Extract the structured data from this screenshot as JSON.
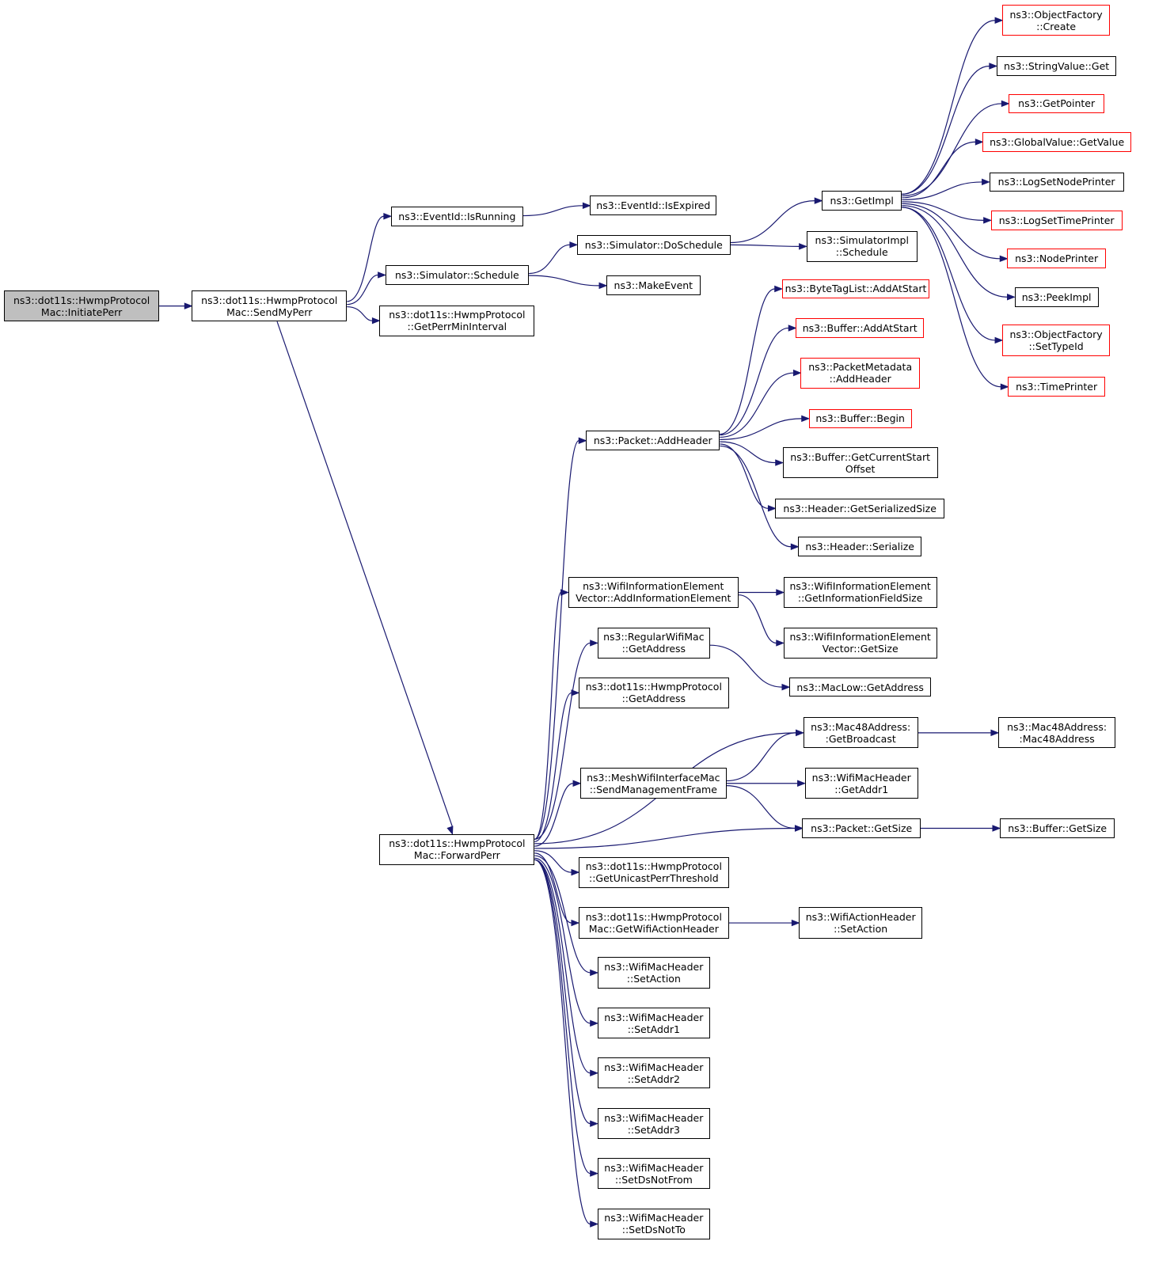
{
  "colors": {
    "edge": "#191970",
    "border": "#000000",
    "red_border": "#ff0000",
    "root_fill": "#bfbfbf"
  },
  "nodes": {
    "initiatePerr": {
      "lines": [
        "ns3::dot11s::HwmpProtocol",
        "Mac::InitiatePerr"
      ],
      "border": "black",
      "root": true
    },
    "sendMyPerr": {
      "lines": [
        "ns3::dot11s::HwmpProtocol",
        "Mac::SendMyPerr"
      ],
      "border": "black"
    },
    "isRunning": {
      "lines": [
        "ns3::EventId::IsRunning"
      ],
      "border": "black"
    },
    "schedule": {
      "lines": [
        "ns3::Simulator::Schedule"
      ],
      "border": "black"
    },
    "getPerrMinInterval": {
      "lines": [
        "ns3::dot11s::HwmpProtocol",
        "::GetPerrMinInterval"
      ],
      "border": "black"
    },
    "forwardPerr": {
      "lines": [
        "ns3::dot11s::HwmpProtocol",
        "Mac::ForwardPerr"
      ],
      "border": "black"
    },
    "isExpired": {
      "lines": [
        "ns3::EventId::IsExpired"
      ],
      "border": "black"
    },
    "doSchedule": {
      "lines": [
        "ns3::Simulator::DoSchedule"
      ],
      "border": "black"
    },
    "makeEvent": {
      "lines": [
        "ns3::MakeEvent"
      ],
      "border": "black"
    },
    "getImpl": {
      "lines": [
        "ns3::GetImpl"
      ],
      "border": "black"
    },
    "simImplSchedule": {
      "lines": [
        "ns3::SimulatorImpl",
        "::Schedule"
      ],
      "border": "black"
    },
    "ofCreate": {
      "lines": [
        "ns3::ObjectFactory",
        "::Create"
      ],
      "border": "red"
    },
    "stringValueGet": {
      "lines": [
        "ns3::StringValue::Get"
      ],
      "border": "black"
    },
    "getPointer": {
      "lines": [
        "ns3::GetPointer"
      ],
      "border": "red"
    },
    "globalValueGetValue": {
      "lines": [
        "ns3::GlobalValue::GetValue"
      ],
      "border": "red"
    },
    "logSetNodePrinter": {
      "lines": [
        "ns3::LogSetNodePrinter"
      ],
      "border": "black"
    },
    "logSetTimePrinter": {
      "lines": [
        "ns3::LogSetTimePrinter"
      ],
      "border": "red"
    },
    "nodePrinter": {
      "lines": [
        "ns3::NodePrinter"
      ],
      "border": "red"
    },
    "peekImpl": {
      "lines": [
        "ns3::PeekImpl"
      ],
      "border": "black"
    },
    "ofSetTypeId": {
      "lines": [
        "ns3::ObjectFactory",
        "::SetTypeId"
      ],
      "border": "red"
    },
    "timePrinter": {
      "lines": [
        "ns3::TimePrinter"
      ],
      "border": "red"
    },
    "packetAddHeader": {
      "lines": [
        "ns3::Packet::AddHeader"
      ],
      "border": "black"
    },
    "byteTagListAddAtStart": {
      "lines": [
        "ns3::ByteTagList::AddAtStart"
      ],
      "border": "red"
    },
    "bufferAddAtStart": {
      "lines": [
        "ns3::Buffer::AddAtStart"
      ],
      "border": "red"
    },
    "packetMetadataAddHeader": {
      "lines": [
        "ns3::PacketMetadata",
        "::AddHeader"
      ],
      "border": "red"
    },
    "bufferBegin": {
      "lines": [
        "ns3::Buffer::Begin"
      ],
      "border": "red"
    },
    "bufferGetCurrentStartOffset": {
      "lines": [
        "ns3::Buffer::GetCurrentStart",
        "Offset"
      ],
      "border": "black"
    },
    "headerGetSerializedSize": {
      "lines": [
        "ns3::Header::GetSerializedSize"
      ],
      "border": "black"
    },
    "headerSerialize": {
      "lines": [
        "ns3::Header::Serialize"
      ],
      "border": "black"
    },
    "wieVectorAdd": {
      "lines": [
        "ns3::WifiInformationElement",
        "Vector::AddInformationElement"
      ],
      "border": "black"
    },
    "wieGetInfoFieldSize": {
      "lines": [
        "ns3::WifiInformationElement",
        "::GetInformationFieldSize"
      ],
      "border": "black"
    },
    "wieVectorGetSize": {
      "lines": [
        "ns3::WifiInformationElement",
        "Vector::GetSize"
      ],
      "border": "black"
    },
    "regularWifiMacGetAddress": {
      "lines": [
        "ns3::RegularWifiMac",
        "::GetAddress"
      ],
      "border": "black"
    },
    "macLowGetAddress": {
      "lines": [
        "ns3::MacLow::GetAddress"
      ],
      "border": "black"
    },
    "hwmpGetAddress": {
      "lines": [
        "ns3::dot11s::HwmpProtocol",
        "::GetAddress"
      ],
      "border": "black"
    },
    "mac48GetBroadcast": {
      "lines": [
        "ns3::Mac48Address:",
        ":GetBroadcast"
      ],
      "border": "black"
    },
    "mac48Ctor": {
      "lines": [
        "ns3::Mac48Address:",
        ":Mac48Address"
      ],
      "border": "black"
    },
    "meshSendMgmtFrame": {
      "lines": [
        "ns3::MeshWifiInterfaceMac",
        "::SendManagementFrame"
      ],
      "border": "black"
    },
    "wifiMacHeaderGetAddr1": {
      "lines": [
        "ns3::WifiMacHeader",
        "::GetAddr1"
      ],
      "border": "black"
    },
    "packetGetSize": {
      "lines": [
        "ns3::Packet::GetSize"
      ],
      "border": "black"
    },
    "bufferGetSize": {
      "lines": [
        "ns3::Buffer::GetSize"
      ],
      "border": "black"
    },
    "getUnicastPerrThreshold": {
      "lines": [
        "ns3::dot11s::HwmpProtocol",
        "::GetUnicastPerrThreshold"
      ],
      "border": "black"
    },
    "getWifiActionHeader": {
      "lines": [
        "ns3::dot11s::HwmpProtocol",
        "Mac::GetWifiActionHeader"
      ],
      "border": "black"
    },
    "wifiActionHeaderSetAction": {
      "lines": [
        "ns3::WifiActionHeader",
        "::SetAction"
      ],
      "border": "black"
    },
    "wmhSetAction": {
      "lines": [
        "ns3::WifiMacHeader",
        "::SetAction"
      ],
      "border": "black"
    },
    "wmhSetAddr1": {
      "lines": [
        "ns3::WifiMacHeader",
        "::SetAddr1"
      ],
      "border": "black"
    },
    "wmhSetAddr2": {
      "lines": [
        "ns3::WifiMacHeader",
        "::SetAddr2"
      ],
      "border": "black"
    },
    "wmhSetAddr3": {
      "lines": [
        "ns3::WifiMacHeader",
        "::SetAddr3"
      ],
      "border": "black"
    },
    "wmhSetDsNotFrom": {
      "lines": [
        "ns3::WifiMacHeader",
        "::SetDsNotFrom"
      ],
      "border": "black"
    },
    "wmhSetDsNotTo": {
      "lines": [
        "ns3::WifiMacHeader",
        "::SetDsNotTo"
      ],
      "border": "black"
    }
  },
  "edges": [
    [
      "initiatePerr",
      "sendMyPerr"
    ],
    [
      "sendMyPerr",
      "isRunning"
    ],
    [
      "sendMyPerr",
      "schedule"
    ],
    [
      "sendMyPerr",
      "getPerrMinInterval"
    ],
    [
      "sendMyPerr",
      "forwardPerr"
    ],
    [
      "isRunning",
      "isExpired"
    ],
    [
      "schedule",
      "doSchedule"
    ],
    [
      "schedule",
      "makeEvent"
    ],
    [
      "doSchedule",
      "getImpl"
    ],
    [
      "doSchedule",
      "simImplSchedule"
    ],
    [
      "getImpl",
      "ofCreate"
    ],
    [
      "getImpl",
      "stringValueGet"
    ],
    [
      "getImpl",
      "getPointer"
    ],
    [
      "getImpl",
      "globalValueGetValue"
    ],
    [
      "getImpl",
      "logSetNodePrinter"
    ],
    [
      "getImpl",
      "logSetTimePrinter"
    ],
    [
      "getImpl",
      "nodePrinter"
    ],
    [
      "getImpl",
      "peekImpl"
    ],
    [
      "getImpl",
      "ofSetTypeId"
    ],
    [
      "getImpl",
      "timePrinter"
    ],
    [
      "forwardPerr",
      "packetAddHeader"
    ],
    [
      "forwardPerr",
      "wieVectorAdd"
    ],
    [
      "forwardPerr",
      "regularWifiMacGetAddress"
    ],
    [
      "forwardPerr",
      "hwmpGetAddress"
    ],
    [
      "forwardPerr",
      "mac48GetBroadcast"
    ],
    [
      "forwardPerr",
      "meshSendMgmtFrame"
    ],
    [
      "forwardPerr",
      "packetGetSize"
    ],
    [
      "forwardPerr",
      "getUnicastPerrThreshold"
    ],
    [
      "forwardPerr",
      "getWifiActionHeader"
    ],
    [
      "forwardPerr",
      "wmhSetAction"
    ],
    [
      "forwardPerr",
      "wmhSetAddr1"
    ],
    [
      "forwardPerr",
      "wmhSetAddr2"
    ],
    [
      "forwardPerr",
      "wmhSetAddr3"
    ],
    [
      "forwardPerr",
      "wmhSetDsNotFrom"
    ],
    [
      "forwardPerr",
      "wmhSetDsNotTo"
    ],
    [
      "packetAddHeader",
      "byteTagListAddAtStart"
    ],
    [
      "packetAddHeader",
      "bufferAddAtStart"
    ],
    [
      "packetAddHeader",
      "packetMetadataAddHeader"
    ],
    [
      "packetAddHeader",
      "bufferBegin"
    ],
    [
      "packetAddHeader",
      "bufferGetCurrentStartOffset"
    ],
    [
      "packetAddHeader",
      "headerGetSerializedSize"
    ],
    [
      "packetAddHeader",
      "headerSerialize"
    ],
    [
      "wieVectorAdd",
      "wieGetInfoFieldSize"
    ],
    [
      "wieVectorAdd",
      "wieVectorGetSize"
    ],
    [
      "regularWifiMacGetAddress",
      "macLowGetAddress"
    ],
    [
      "mac48GetBroadcast",
      "mac48Ctor"
    ],
    [
      "meshSendMgmtFrame",
      "mac48GetBroadcast"
    ],
    [
      "meshSendMgmtFrame",
      "wifiMacHeaderGetAddr1"
    ],
    [
      "meshSendMgmtFrame",
      "packetGetSize"
    ],
    [
      "packetGetSize",
      "bufferGetSize"
    ],
    [
      "getWifiActionHeader",
      "wifiActionHeaderSetAction"
    ]
  ]
}
